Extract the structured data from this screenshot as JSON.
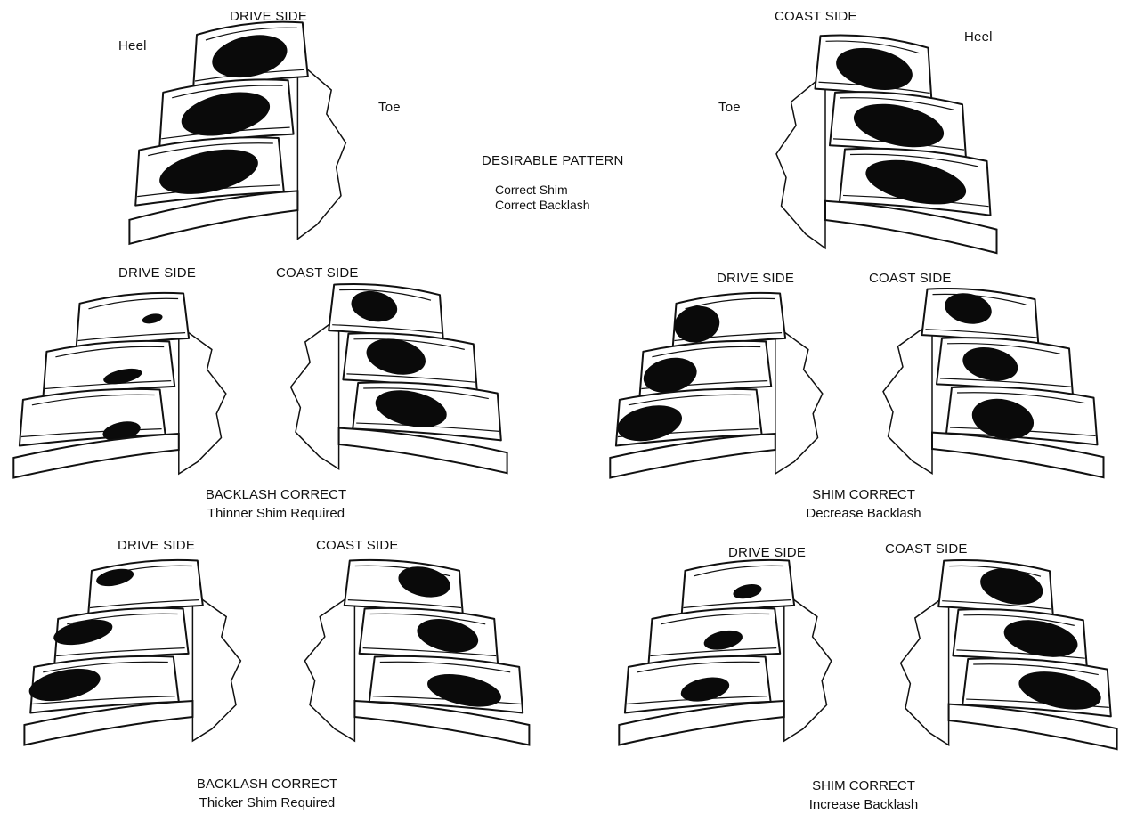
{
  "top": {
    "drive_side_label": "DRIVE SIDE",
    "coast_side_label": "COAST SIDE",
    "heel_left": "Heel",
    "toe_left": "Toe",
    "toe_right": "Toe",
    "heel_right": "Heel",
    "center_title": "DESIRABLE PATTERN",
    "center_line1": "Correct Shim",
    "center_line2": "Correct Backlash"
  },
  "panels": [
    {
      "drive": "DRIVE SIDE",
      "coast": "COAST SIDE",
      "caption1": "BACKLASH CORRECT",
      "caption2": "Thinner Shim Required"
    },
    {
      "drive": "DRIVE SIDE",
      "coast": "COAST SIDE",
      "caption1": "SHIM CORRECT",
      "caption2": "Decrease Backlash"
    },
    {
      "drive": "DRIVE SIDE",
      "coast": "COAST SIDE",
      "caption1": "BACKLASH CORRECT",
      "caption2": "Thicker Shim Required"
    },
    {
      "drive": "DRIVE SIDE",
      "coast": "COAST SIDE",
      "caption1": "SHIM CORRECT",
      "caption2": "Increase Backlash"
    }
  ],
  "colors": {
    "ink": "#111111",
    "contact": "#0a0a0a",
    "background": "#ffffff"
  }
}
